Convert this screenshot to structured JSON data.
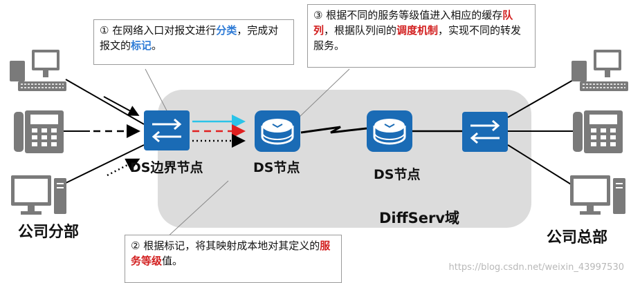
{
  "callouts": {
    "c1": {
      "pre": "① 在网络入口对报文进行",
      "hl1": "分类",
      "mid": "，完成对报文的",
      "hl2": "标记",
      "post": "。"
    },
    "c2": {
      "pre": "② 根据标记，将其映射成本地对其定义的",
      "hl1": "服务等级",
      "post": "值。"
    },
    "c3": {
      "pre": "③ 根据不同的服务等级值进入相应的缓存",
      "hl1": "队列",
      "mid": "，根据队列间的",
      "hl2": "调度机制",
      "post": "，实现不同的转发服务。"
    }
  },
  "labels": {
    "ds_edge": "DS边界节点",
    "ds_node_1": "DS节点",
    "ds_node_2": "DS节点",
    "domain": "DiffServ域",
    "branch": "公司分部",
    "hq": "公司总部"
  },
  "watermark": "https://blog.csdn.net/weixin_43997530",
  "colors": {
    "device_blue": "#1a6bb5",
    "domain_gray": "#dcdcdc",
    "highlight_blue": "#2e7bd6",
    "highlight_red": "#d21f1f"
  }
}
